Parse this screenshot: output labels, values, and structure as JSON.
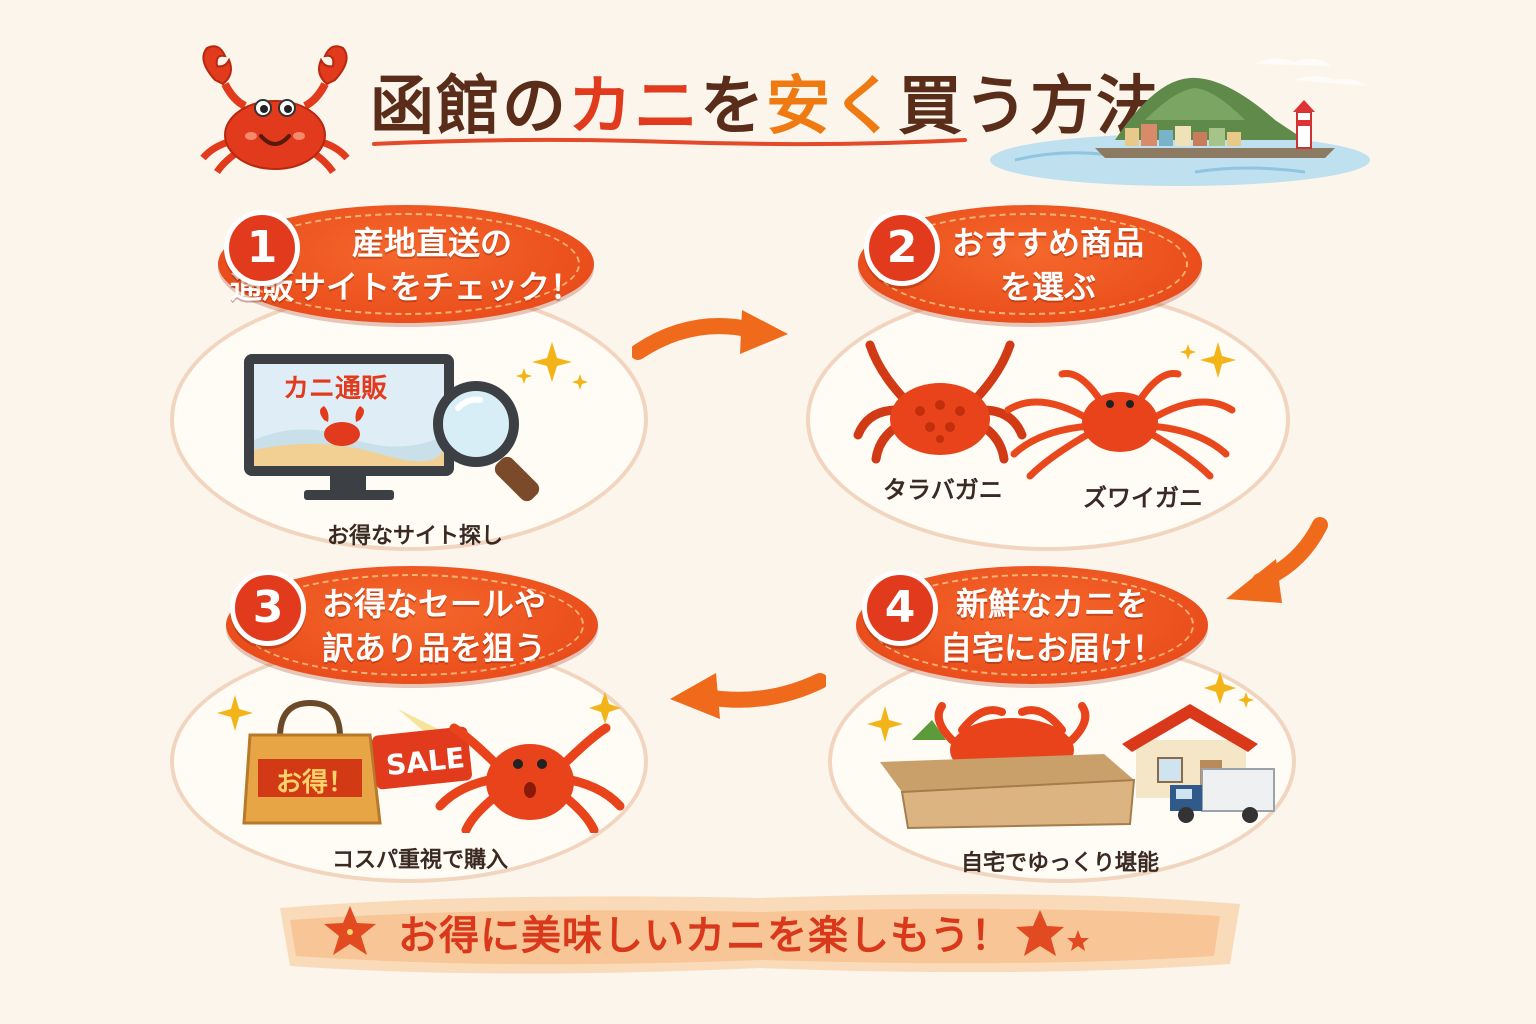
{
  "title": {
    "part1": "函館の",
    "part2": "カニ",
    "part3": "を",
    "part4": "安く",
    "part5": "買う方法"
  },
  "steps": [
    {
      "number": "1",
      "line1": "産地直送の",
      "line2": "通販サイトをチェック！",
      "caption": "お得なサイト探し",
      "screen_text": "カニ通販"
    },
    {
      "number": "2",
      "line1": "おすすめ商品",
      "line2": "を選ぶ",
      "labels": [
        "タラバガニ",
        "ズワイガニ"
      ]
    },
    {
      "number": "3",
      "line1": "お得なセールや",
      "line2": "訳あり品を狙う",
      "caption": "コスパ重視で購入",
      "bag_text": "お得！",
      "sale_text": "SALE"
    },
    {
      "number": "4",
      "line1": "新鮮なカニを",
      "line2": "自宅にお届け！",
      "caption": "自宅でゆっくり堪能"
    }
  ],
  "footer": "お得に美味しいカニを楽しもう！",
  "colors": {
    "accent": "#e23a1c",
    "orange": "#f07a12",
    "bubble": "#ea4e1c",
    "background": "#fbf5ec",
    "text": "#5a2d1a"
  }
}
